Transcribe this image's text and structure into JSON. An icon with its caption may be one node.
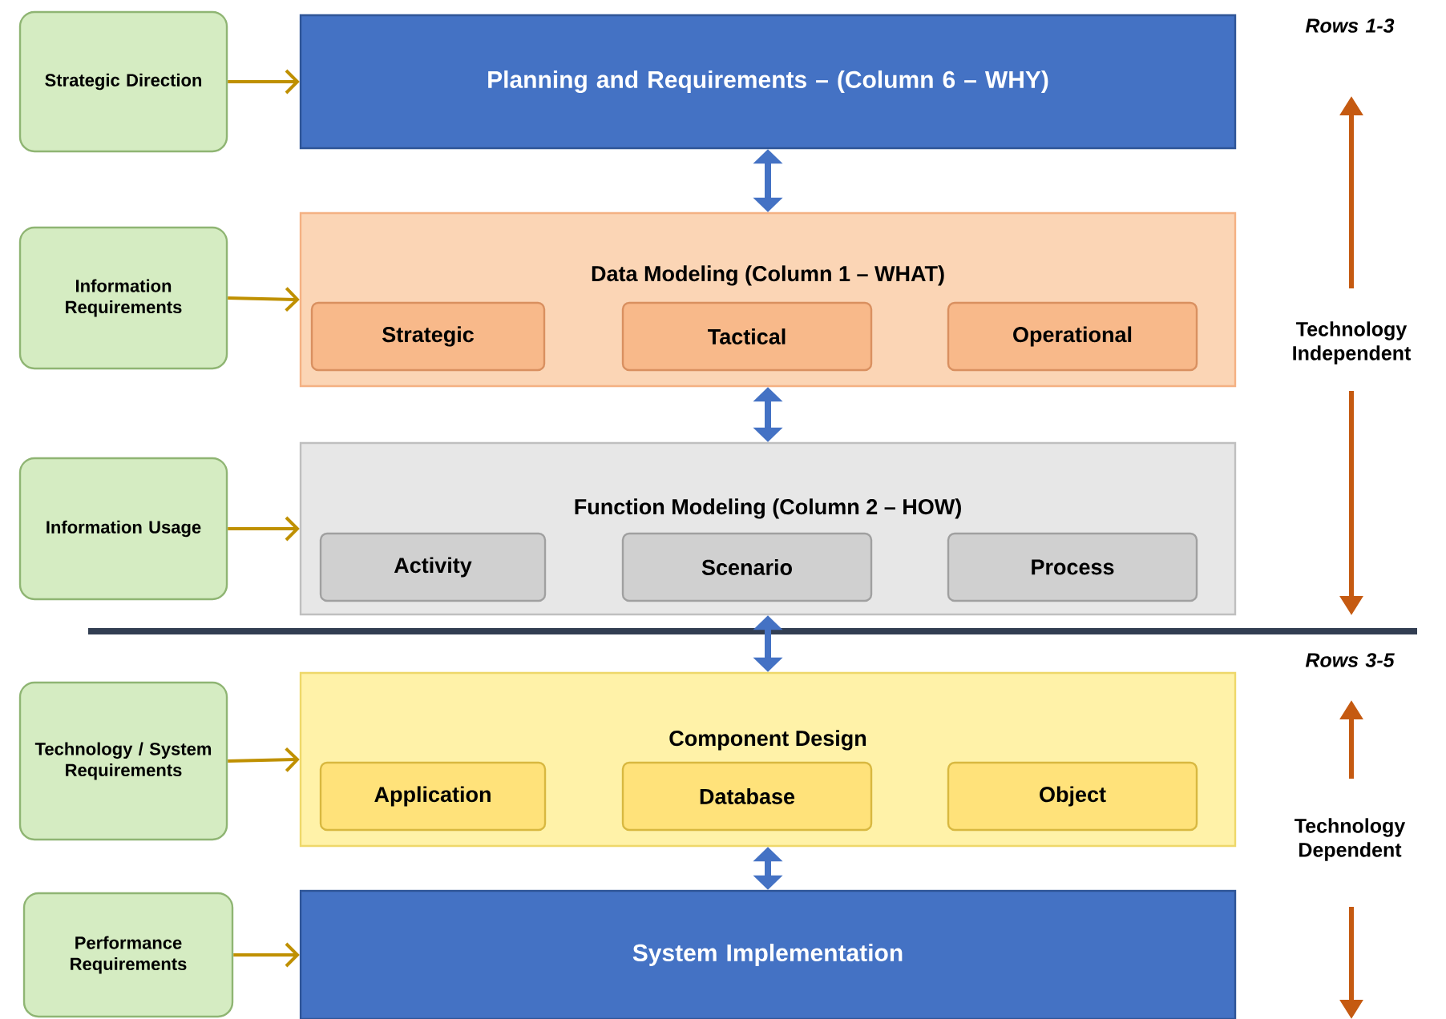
{
  "diagram": {
    "nodes": [
      {
        "text": [
          "Strategic Direction"
        ]
      },
      {
        "text": [
          "Planning and Requirements – (Column 6 – WHY)"
        ]
      },
      {
        "text": [
          "Information Requirements"
        ]
      },
      {
        "text": [
          "Data Modeling (Column 1 – WHAT)"
        ]
      },
      {
        "text": [
          "Strategic"
        ],
        "in": 3
      },
      {
        "text": [
          "Tactical"
        ],
        "in": 3
      },
      {
        "text": [
          "Operational"
        ],
        "in": 3
      },
      {
        "text": [
          "Information Usage"
        ]
      },
      {
        "text": [
          "Function Modeling (Column 2 – HOW)"
        ]
      },
      {
        "text": [
          "Activity"
        ],
        "in": 8
      },
      {
        "text": [
          "Scenario"
        ],
        "in": 8
      },
      {
        "text": [
          "Process"
        ],
        "in": 8
      },
      {
        "text": [
          "Technology / System Requirements"
        ]
      },
      {
        "text": [
          "Component Design"
        ]
      },
      {
        "text": [
          "Application"
        ],
        "in": 13
      },
      {
        "text": [
          "Database"
        ],
        "in": 13
      },
      {
        "text": [
          "Object"
        ],
        "in": 13
      },
      {
        "text": [
          "Performance Requirements"
        ]
      },
      {
        "text": [
          "System Implementation"
        ]
      }
    ],
    "edges": [
      {
        "from": 0,
        "to": 1,
        "arrow": "to"
      },
      {
        "from": 2,
        "to": 3,
        "arrow": "to"
      },
      {
        "from": 7,
        "to": 8,
        "arrow": "to"
      },
      {
        "from": 12,
        "to": 13,
        "arrow": "to"
      },
      {
        "from": 17,
        "to": 18,
        "arrow": "to"
      },
      {
        "from": 1,
        "to": 3,
        "arrow": "both",
        "style": "thick",
        "color": "#4472c4"
      },
      {
        "from": 3,
        "to": 8,
        "arrow": "both",
        "style": "thick",
        "color": "#4472c4"
      },
      {
        "from": 8,
        "to": 13,
        "arrow": "both",
        "style": "thick",
        "color": "#4472c4"
      },
      {
        "from": 13,
        "to": 18,
        "arrow": "both",
        "style": "thick",
        "color": "#4472c4"
      }
    ],
    "labels": [
      "Rows 1-3",
      "Technology Independent",
      "Rows 3-5",
      "Technology Dependent"
    ]
  }
}
